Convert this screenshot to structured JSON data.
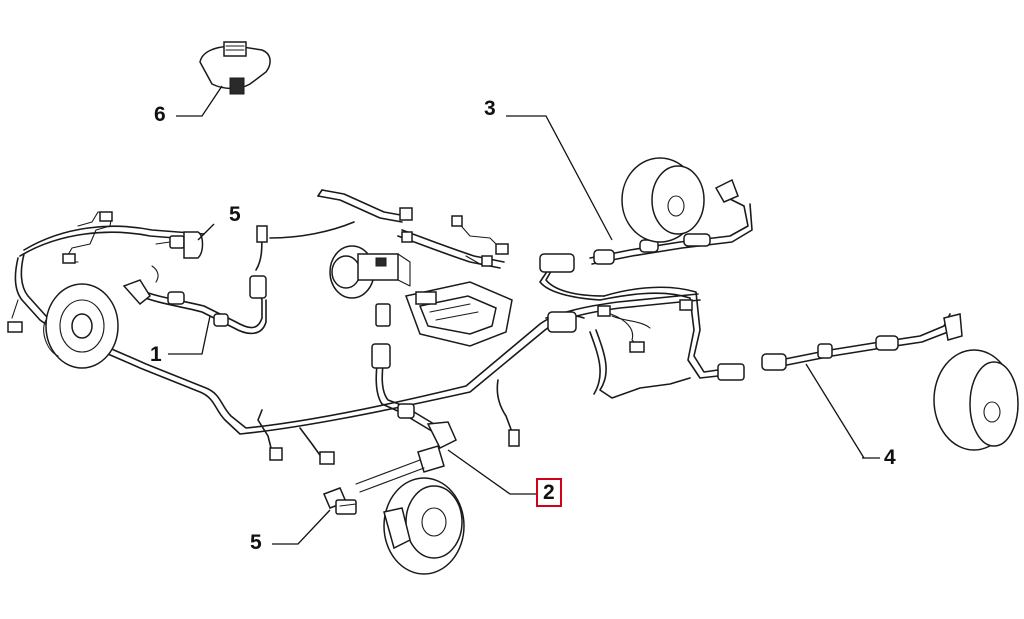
{
  "diagram": {
    "callouts": [
      {
        "id": "c6",
        "label": "6",
        "highlighted": false
      },
      {
        "id": "c3",
        "label": "3",
        "highlighted": false
      },
      {
        "id": "c5-top",
        "label": "5",
        "highlighted": false
      },
      {
        "id": "c1",
        "label": "1",
        "highlighted": false
      },
      {
        "id": "c4",
        "label": "4",
        "highlighted": false
      },
      {
        "id": "c2",
        "label": "2",
        "highlighted": true
      },
      {
        "id": "c5-bottom",
        "label": "5",
        "highlighted": false
      }
    ],
    "colors": {
      "line": "#1a1a1a",
      "highlight_border": "#d0021b",
      "background": "#ffffff"
    }
  }
}
